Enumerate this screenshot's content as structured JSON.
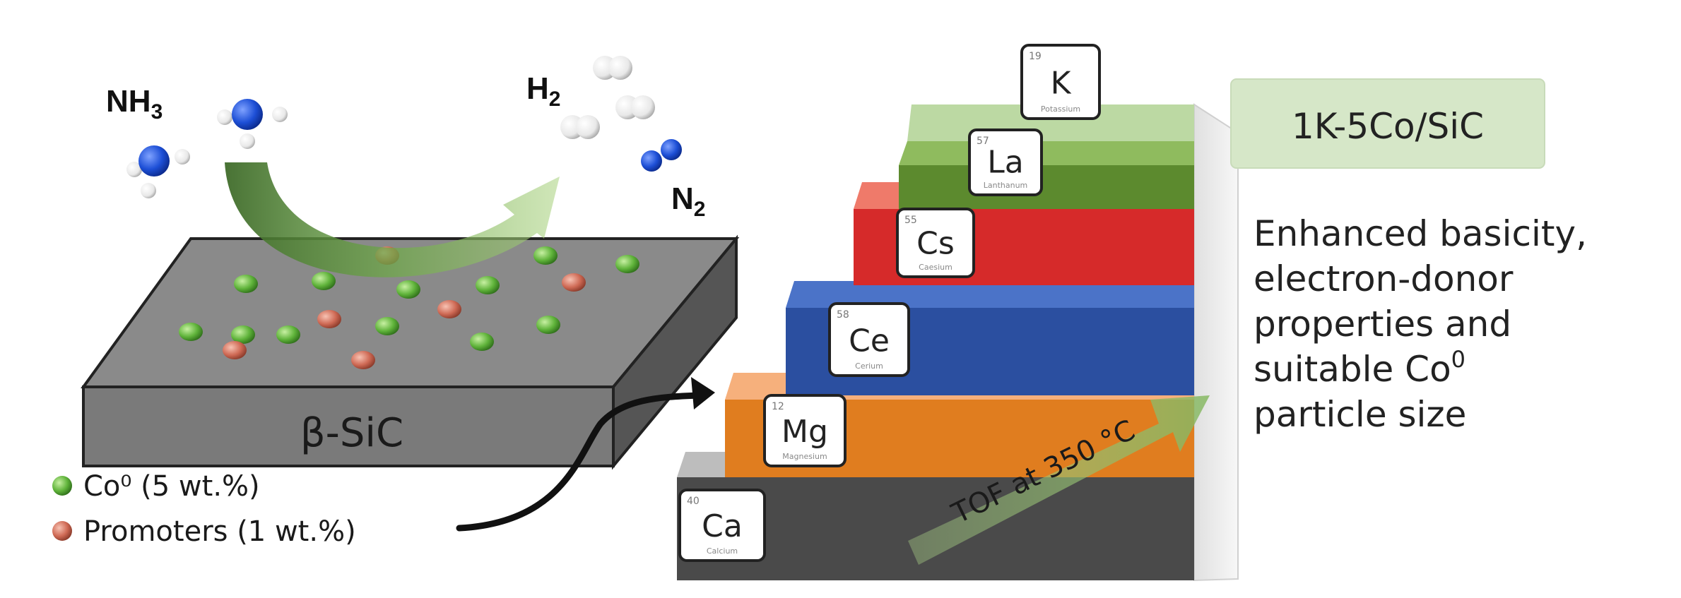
{
  "reaction": {
    "reactant": "NH",
    "reactant_sub": "3",
    "product_h2": "H",
    "product_h2_sub": "2",
    "product_n2": "N",
    "product_n2_sub": "2"
  },
  "substrate": {
    "label": "β-SiC"
  },
  "legend": {
    "cobalt": "Co⁰ (5 wt.%)",
    "promoters": "Promoters (1 wt.%)"
  },
  "elements": [
    {
      "symbol": "Ca",
      "number": "40",
      "name": "Calcium",
      "color": "#4a4a4a",
      "top_color": "#bdbdbd"
    },
    {
      "symbol": "Mg",
      "number": "12",
      "name": "Magnesium",
      "color": "#e07d1f",
      "top_color": "#f6b07c"
    },
    {
      "symbol": "Ce",
      "number": "58",
      "name": "Cerium",
      "color": "#2b4fa0",
      "top_color": "#4b73c8"
    },
    {
      "symbol": "Cs",
      "number": "55",
      "name": "Caesium",
      "color": "#d62a2a",
      "top_color": "#ef7a6a"
    },
    {
      "symbol": "La",
      "number": "57",
      "name": "Lanthanum",
      "color": "#5c8a2e",
      "top_color": "#8fbb5e"
    },
    {
      "symbol": "K",
      "number": "19",
      "name": "Potassium",
      "color": "#5c8a2e",
      "top_color": "#bcd9a3"
    }
  ],
  "tof": {
    "label": "TOF at 350 °C"
  },
  "catalyst": {
    "label": "1K-5Co/SiC"
  },
  "description": {
    "lines": [
      "Enhanced  basicity,",
      "electron-donor",
      "properties and",
      "suitable Co",
      "particle size"
    ],
    "sup": "0"
  },
  "colors": {
    "cobalt": "#5fb33a",
    "promoter": "#cf6a55",
    "nitrogen": "#1d4fd6",
    "hydrogen": "#f2f2f2",
    "arrow_green": "#6fa84a",
    "catalyst_box": "#d6e7c8"
  }
}
